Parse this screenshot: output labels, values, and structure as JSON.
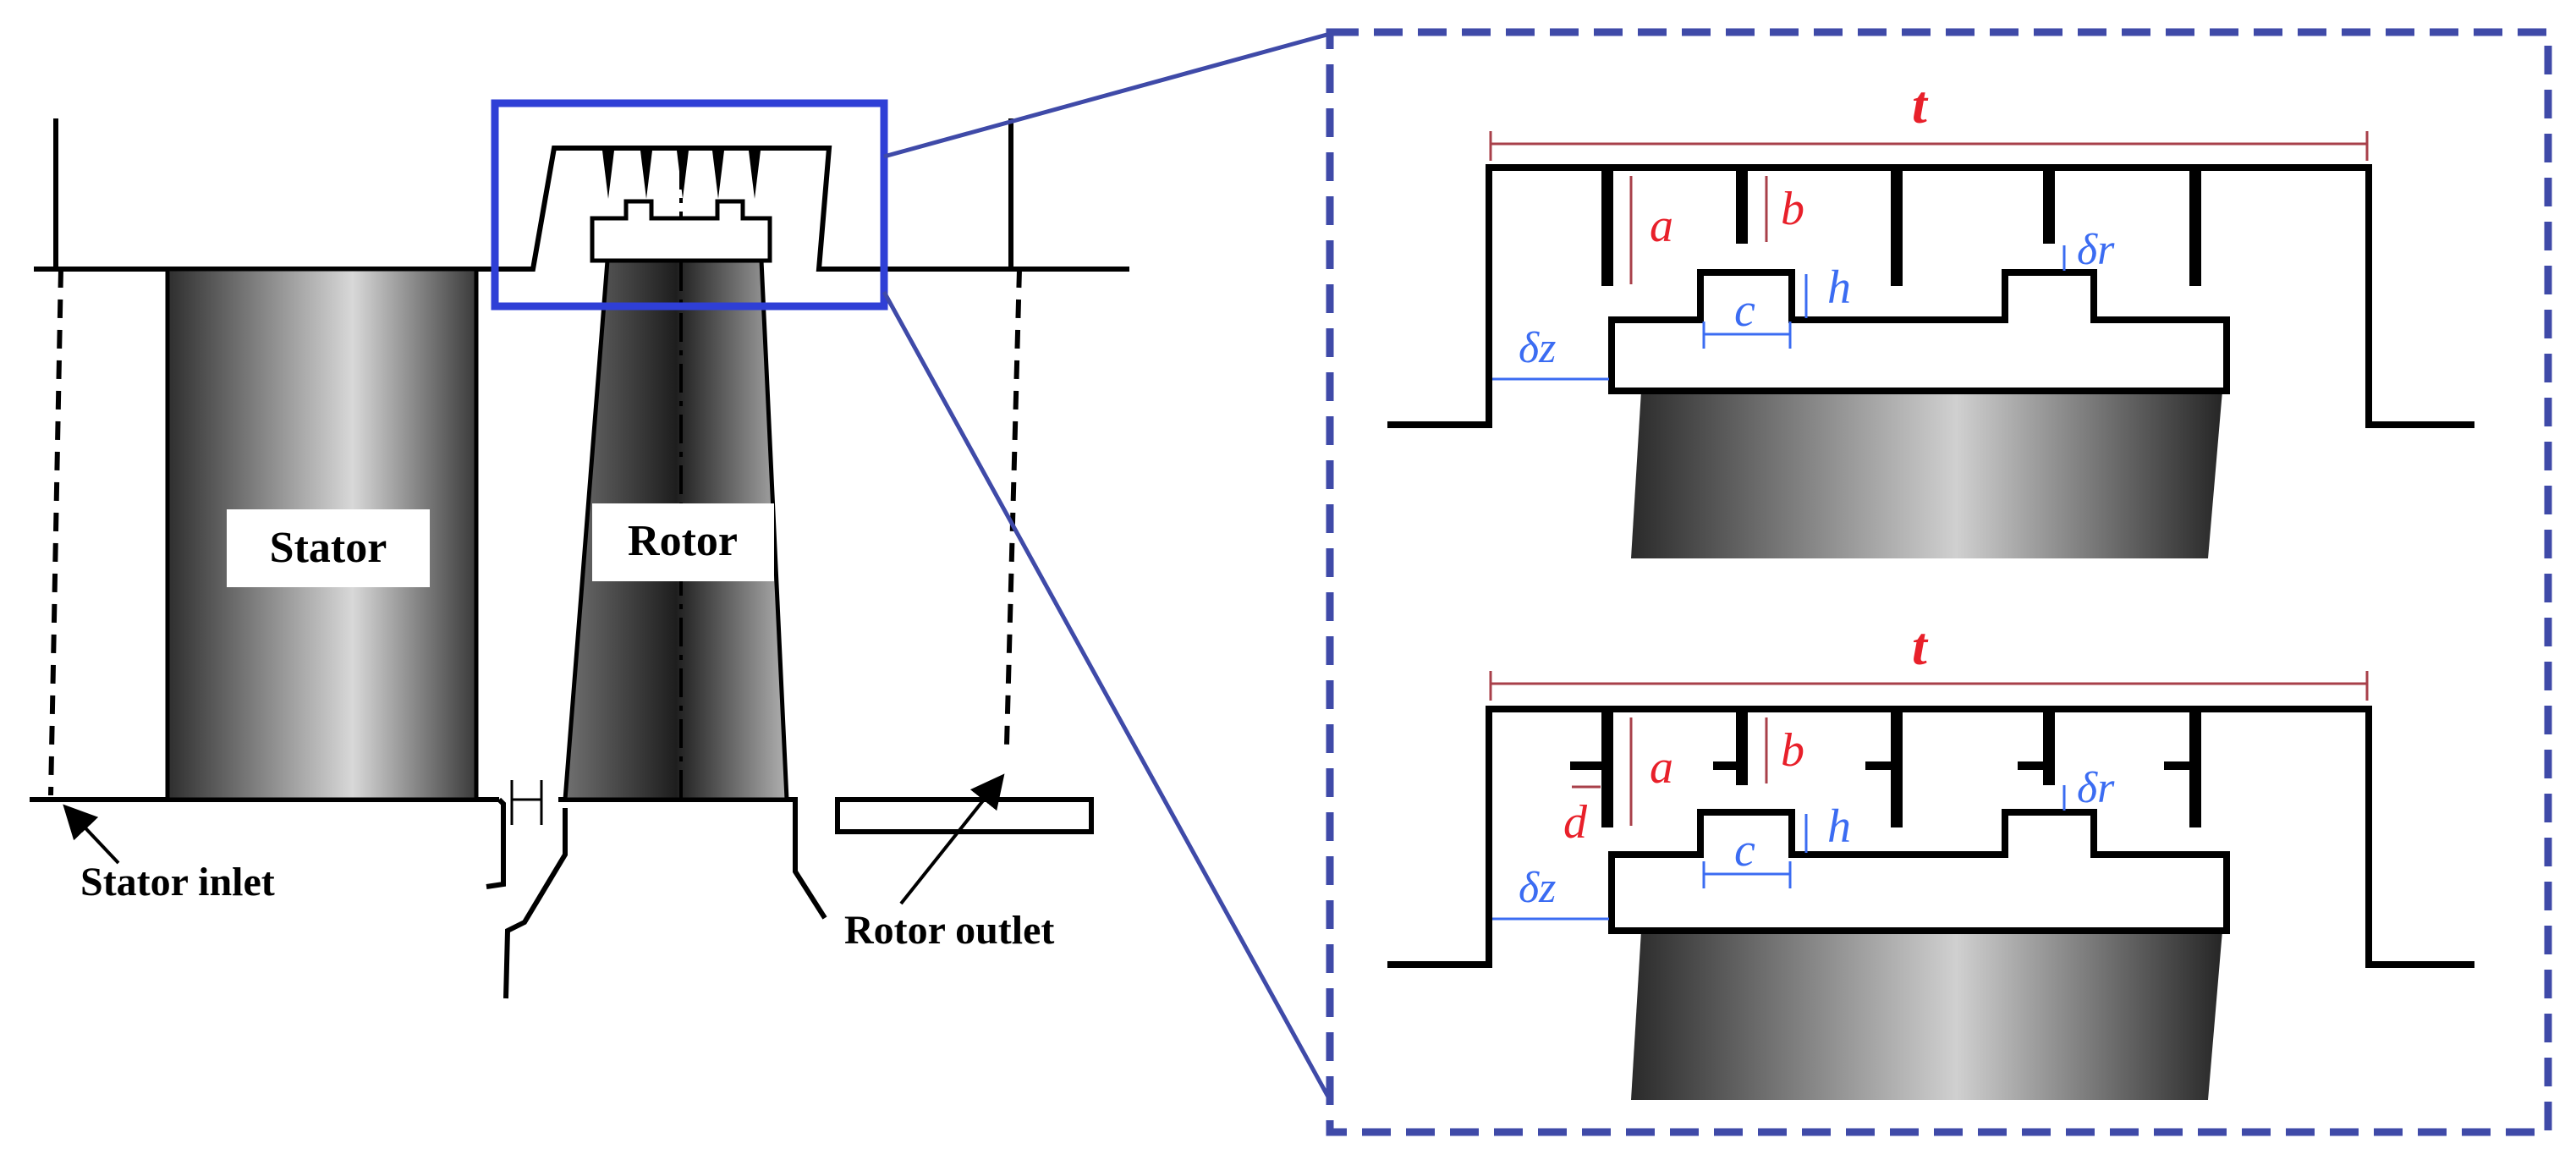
{
  "labels": {
    "stator": "Stator",
    "rotor": "Rotor",
    "stator_inlet": "Stator inlet",
    "rotor_outlet": "Rotor outlet"
  },
  "dims": {
    "t": "t",
    "a": "a",
    "b": "b",
    "c": "c",
    "d": "d",
    "h": "h",
    "delta_r": "δr",
    "delta_z": "δz"
  },
  "colors": {
    "highlight_box": "#2f3fd6",
    "zoom_frame": "#3f4aa8",
    "dim_red": "#e8202a",
    "dim_dark_red": "#a8404a",
    "dim_blue": "#3b6cf2"
  }
}
